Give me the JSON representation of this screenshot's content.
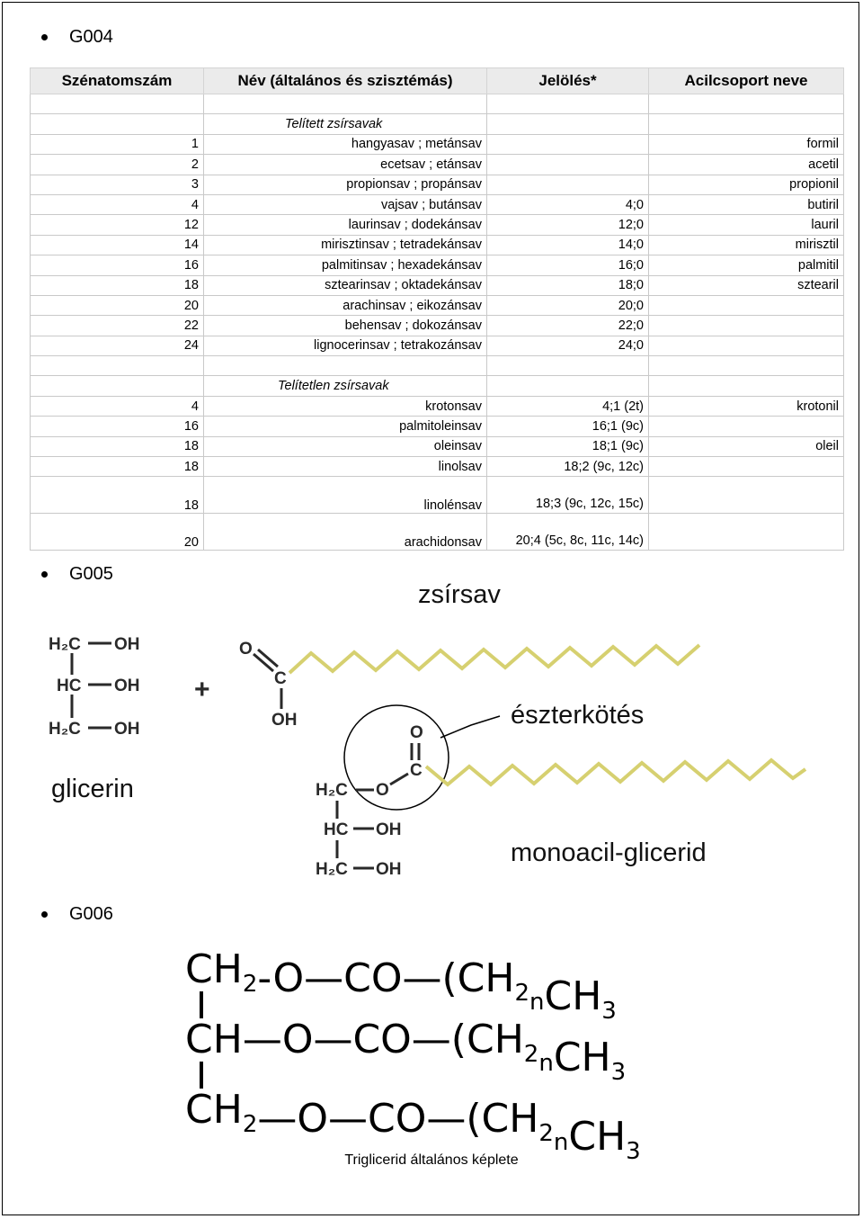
{
  "sections": {
    "g004": "G004",
    "g005": "G005",
    "g006": "G006"
  },
  "table": {
    "headers": [
      "Szénatomszám",
      "Név (általános és szisztémás)",
      "Jelölés*",
      "Acilcsoport neve"
    ],
    "saturated_title": "Telített zsírsavak",
    "saturated": [
      {
        "c": "1",
        "name": "hangyasav ; metánsav",
        "notation": "",
        "acyl": "formil"
      },
      {
        "c": "2",
        "name": "ecetsav ; etánsav",
        "notation": "",
        "acyl": "acetil"
      },
      {
        "c": "3",
        "name": "propionsav ; propánsav",
        "notation": "",
        "acyl": "propionil"
      },
      {
        "c": "4",
        "name": "vajsav ; butánsav",
        "notation": "4;0",
        "acyl": "butiril"
      },
      {
        "c": "12",
        "name": "laurinsav ; dodekánsav",
        "notation": "12;0",
        "acyl": "lauril"
      },
      {
        "c": "14",
        "name": "mirisztinsav ; tetradekánsav",
        "notation": "14;0",
        "acyl": "mirisztil"
      },
      {
        "c": "16",
        "name": "palmitinsav ; hexadekánsav",
        "notation": "16;0",
        "acyl": "palmitil"
      },
      {
        "c": "18",
        "name": "sztearinsav ; oktadekánsav",
        "notation": "18;0",
        "acyl": "sztearil"
      },
      {
        "c": "20",
        "name": "arachinsav ; eikozánsav",
        "notation": "20;0",
        "acyl": ""
      },
      {
        "c": "22",
        "name": "behensav ; dokozánsav",
        "notation": "22;0",
        "acyl": ""
      },
      {
        "c": "24",
        "name": "lignocerinsav ; tetrakozánsav",
        "notation": "24;0",
        "acyl": ""
      }
    ],
    "unsaturated_title": "Telítetlen zsírsavak",
    "unsaturated": [
      {
        "c": "4",
        "name": "krotonsav",
        "notation": "4;1 (2t)",
        "acyl": "krotonil"
      },
      {
        "c": "16",
        "name": "palmitoleinsav",
        "notation": "16;1 (9c)",
        "acyl": ""
      },
      {
        "c": "18",
        "name": "oleinsav",
        "notation": "18;1 (9c)",
        "acyl": "oleil"
      },
      {
        "c": "18",
        "name": "linolsav",
        "notation": "18;2 (9c, 12c)",
        "acyl": ""
      },
      {
        "c": "18",
        "name": "linolénsav",
        "notation": "18;3 (9c, 12c, 15c)",
        "acyl": ""
      },
      {
        "c": "20",
        "name": "arachidonsav",
        "notation": "20;4 (5c, 8c, 11c, 14c)",
        "acyl": ""
      }
    ]
  },
  "g005": {
    "fatty_acid_label": "zsírsav",
    "glycerol_label": "glicerin",
    "ester_bond_label": "észterkötés",
    "product_label": "monoacil-glicerid",
    "plus": "+",
    "atoms": {
      "h2c": "H₂C",
      "hc": "HC",
      "oh": "OH",
      "o": "O",
      "c": "C"
    }
  },
  "g006": {
    "formula_rows": [
      {
        "head": "CH",
        "head_sub": "2",
        "tail": "-O—CO—(CH",
        "tail_sub": "2",
        "n": "n",
        "end": "CH",
        "end_sub": "3"
      },
      {
        "head": "CH",
        "head_sub": "",
        "tail": "—O—CO—(CH",
        "tail_sub": "2",
        "n": "n",
        "end": "CH",
        "end_sub": "3"
      },
      {
        "head": "CH",
        "head_sub": "2",
        "tail": "—O—CO—(CH",
        "tail_sub": "2",
        "n": "n",
        "end": "CH",
        "end_sub": "3"
      }
    ],
    "caption": "Triglicerid általános képlete"
  }
}
